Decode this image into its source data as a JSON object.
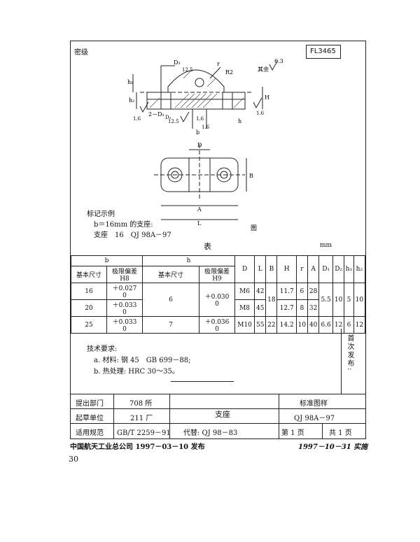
{
  "header": {
    "secret_level": "密级",
    "code": "FL3465"
  },
  "drawing": {
    "surface_finish": "6.3",
    "other_label": "其余",
    "labels": {
      "r": "r",
      "R2": "R2",
      "D3": "D₃",
      "h1": "h₁",
      "h2": "h₂",
      "H": "H",
      "two_d1": "2－D₁",
      "d2": "D₂",
      "f12_5a": "12.5",
      "f12_5b": "12.5",
      "f1_6a": "1.6",
      "f1_6b": "1.6",
      "f1_6c": "1.6",
      "f1_6d": "1.6",
      "b": "b",
      "h": "h",
      "D": "D",
      "B": "B",
      "A": "A",
      "L": "L"
    },
    "caption": "图"
  },
  "marking": {
    "title": "标记示例",
    "line1": "b＝16mm 的支座:",
    "line2": "支座　16　QJ 98A－97"
  },
  "table": {
    "title": "表",
    "unit": "mm",
    "head": {
      "b": "b",
      "h": "h",
      "basic_size": "基本尺寸",
      "tol_b": "极限偏差",
      "tol_b2": "H8",
      "tol_h": "极限偏差",
      "tol_h2": "H9",
      "D": "D",
      "L": "L",
      "B": "B",
      "H": "H",
      "r": "r",
      "A": "A",
      "D1": "D₁",
      "D2": "D₂",
      "h1": "h₁",
      "h2": "h₂"
    },
    "rows": [
      {
        "b": "16",
        "b_tol_up": "＋0.027",
        "b_tol_lo": "0",
        "D": "M6",
        "L": "42",
        "H": "11.7",
        "r": "6",
        "A": "28"
      },
      {
        "b": "20",
        "b_tol_up": "＋0.033",
        "b_tol_lo": "0",
        "D": "M8",
        "L": "45",
        "H": "12.7",
        "r": "8",
        "A": "32"
      },
      {
        "b": "25",
        "D": "M10",
        "L": "55",
        "B": "22",
        "H": "14.2",
        "r": "10",
        "A": "40",
        "D1": "6.6",
        "D2": "12",
        "h1": "6",
        "h2": "12",
        "h": "7",
        "h_tol_up": "＋0.036",
        "h_tol_lo": "0"
      }
    ],
    "merged": {
      "h_16_20": "6",
      "h_tol_up": "＋0.030",
      "h_tol_lo": "0",
      "B_16_20": "18",
      "D1": "5.5",
      "D2": "10",
      "h1": "5",
      "h2": "10"
    }
  },
  "requirements": {
    "title": "技术要求:",
    "a": "a. 材料: 钢 45　GB 699－88;",
    "b": "b. 热处理: HRC 30～35。"
  },
  "side_note": "首次发布:",
  "titleblock": {
    "dept_label": "提出部门",
    "dept_value": "708 所",
    "draft_label": "起草单位",
    "draft_value": "211 厂",
    "spec_label": "适用规范",
    "spec_value": "GB/T 2259－91",
    "name": "支座",
    "replace": "代替: QJ 98－83",
    "std_label": "标准图样",
    "std_no": "QJ 98A－97",
    "page": "第 1 页",
    "total": "共 1 页"
  },
  "footer": {
    "left": "中国航天工业总公司 1997－03－10 发布",
    "right": "1997－10－31 实施",
    "page_number": "30"
  }
}
